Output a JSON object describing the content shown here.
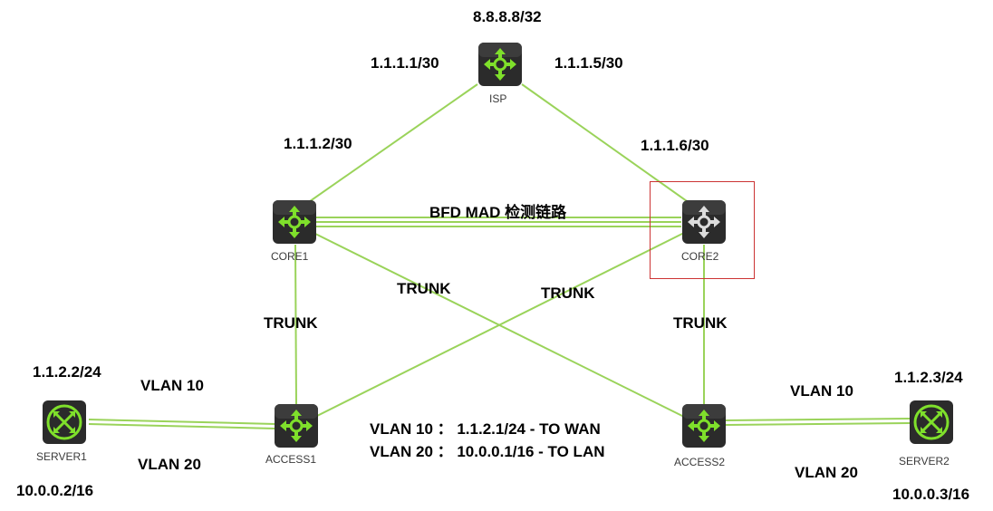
{
  "colors": {
    "link": "#9ad35a",
    "device_bg": "#2b2b2b",
    "router_icon": "#7fe02b",
    "core2_icon": "#dcdcdc",
    "selection": "#cc3333"
  },
  "devices": [
    {
      "id": "isp",
      "name": "ISP",
      "icon": "router-icon"
    },
    {
      "id": "core1",
      "name": "CORE1",
      "icon": "router-icon"
    },
    {
      "id": "core2",
      "name": "CORE2",
      "icon": "router-icon",
      "selected": true
    },
    {
      "id": "access1",
      "name": "ACCESS1",
      "icon": "router-icon"
    },
    {
      "id": "access2",
      "name": "ACCESS2",
      "icon": "router-icon"
    },
    {
      "id": "server1",
      "name": "SERVER1",
      "icon": "switch-icon"
    },
    {
      "id": "server2",
      "name": "SERVER2",
      "icon": "switch-icon"
    }
  ],
  "labels": {
    "isp_loopback": "8.8.8.8/32",
    "isp_ip_left": "1.1.1.1/30",
    "isp_ip_right": "1.1.1.5/30",
    "core1_ip": "1.1.1.2/30",
    "core2_ip": "1.1.1.6/30",
    "bfd_link": "BFD MAD 检测链路",
    "trunk_core1_access1": "TRUNK",
    "trunk_core1_access2": "TRUNK",
    "trunk_core2_access1": "TRUNK",
    "trunk_core2_access2": "TRUNK",
    "server1_ip_v10": "1.1.2.2/24",
    "server1_vlan10": "VLAN 10",
    "server1_vlan20": "VLAN 20",
    "server1_ip_v20": "10.0.0.2/16",
    "vlan10_gw": "VLAN 10 ：  1.1.2.1/24 - TO WAN",
    "vlan20_gw": "VLAN 20 ：  10.0.0.1/16 - TO LAN",
    "server2_ip_v10": "1.1.2.3/24",
    "server2_vlan10": "VLAN 10",
    "server2_vlan20": "VLAN 20",
    "server2_ip_v20": "10.0.0.3/16"
  }
}
